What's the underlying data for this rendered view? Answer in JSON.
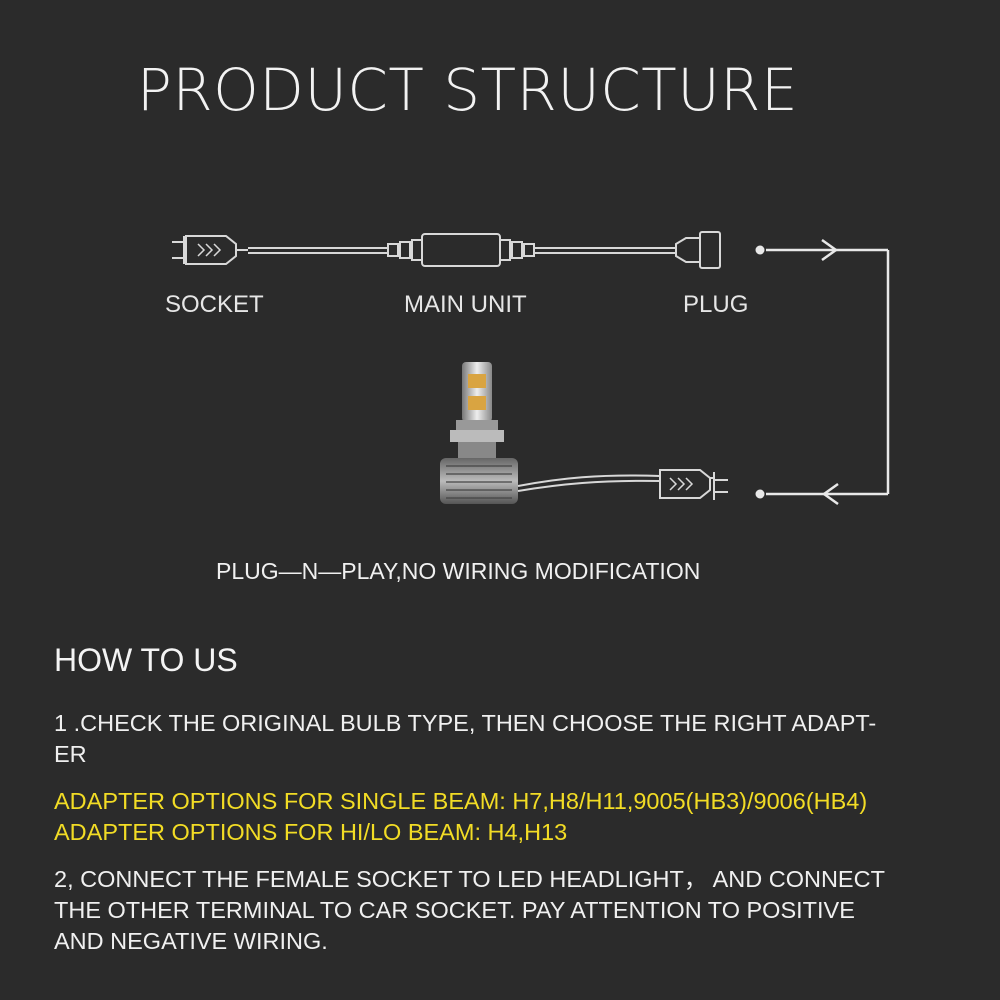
{
  "title": "PRODUCT STRUCTURE",
  "labels": {
    "socket": "SOCKET",
    "main_unit": "MAIN UNIT",
    "plug": "PLUG"
  },
  "plug_n_play": "PLUG—N—PLAY,NO WIRING MODIFICATION",
  "how_to": {
    "heading": "HOW TO US",
    "step1_line1": "1 .CHECK THE ORIGINAL BULB TYPE, THEN CHOOSE THE RIGHT ADAPT-",
    "step1_line2": "ER",
    "option_single": "ADAPTER OPTIONS FOR SINGLE BEAM: H7,H8/H11,9005(HB3)/9006(HB4)",
    "option_hilo": "ADAPTER OPTIONS FOR HI/LO BEAM: H4,H13",
    "step2_line1": "2, CONNECT THE FEMALE SOCKET TO LED HEADLIGHT， AND CONNECT",
    "step2_line2": "THE OTHER TERMINAL TO CAR SOCKET. PAY ATTENTION TO POSITIVE",
    "step2_line3": "AND NEGATIVE WIRING."
  },
  "colors": {
    "background": "#2b2b2b",
    "text": "#f0f0f0",
    "highlight": "#f2dc25"
  },
  "icons": [
    "socket-connector-icon",
    "main-unit-box-icon",
    "plug-connector-icon",
    "led-bulb-icon",
    "arrow-right-icon",
    "arrow-left-icon"
  ]
}
